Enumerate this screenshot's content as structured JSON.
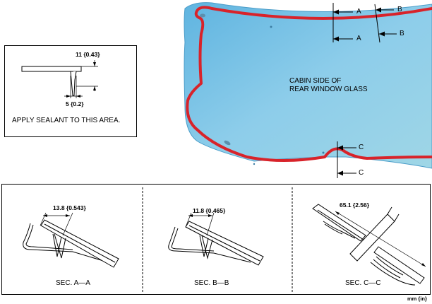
{
  "glass": {
    "label_line1": "CABIN SIDE OF",
    "label_line2": "REAR WINDOW GLASS",
    "colors": {
      "glass": "#7fc4e8",
      "sealant": "#d8232a"
    }
  },
  "section_markers": {
    "a_top": "A",
    "a_bottom": "A",
    "b_top": "B",
    "b_bottom": "B",
    "c_top": "C",
    "c_bottom": "C"
  },
  "detail": {
    "height_dim": "11 {0.43}",
    "width_dim": "5 {0.2}",
    "note": "APPLY SEALANT TO THIS AREA."
  },
  "sections": [
    {
      "dim": "13.8 {0.543}",
      "caption": "SEC. A—A"
    },
    {
      "dim": "11.8 {0.465}",
      "caption": "SEC. B—B"
    },
    {
      "dim": "65.1 {2.56}",
      "caption": "SEC. C—C"
    }
  ],
  "unit": "mm {in}"
}
